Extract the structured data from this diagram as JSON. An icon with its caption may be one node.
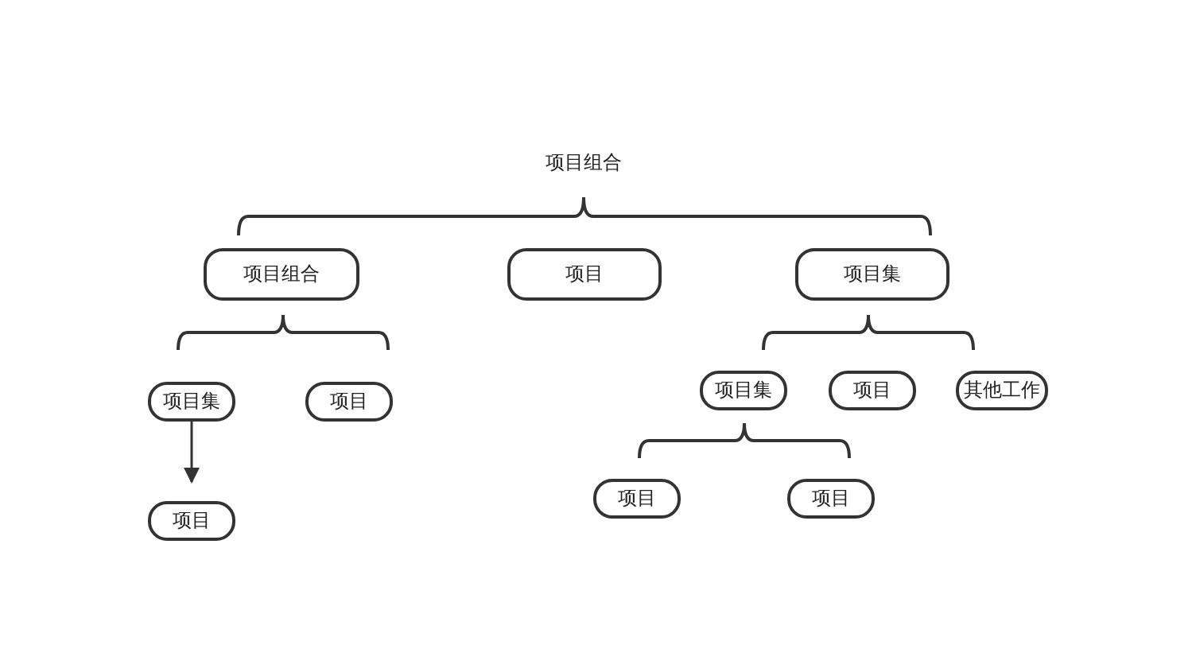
{
  "diagram": {
    "nodes": [
      {
        "text": [
          "项目组合"
        ]
      },
      {
        "text": [
          "项目"
        ]
      },
      {
        "text": [
          "项目集"
        ]
      },
      {
        "text": [
          "项目集"
        ]
      },
      {
        "text": [
          "项目"
        ]
      },
      {
        "text": [
          "项目集"
        ]
      },
      {
        "text": [
          "项目"
        ]
      },
      {
        "text": [
          "其他工作"
        ]
      },
      {
        "text": [
          "项目"
        ]
      },
      {
        "text": [
          "项目"
        ]
      },
      {
        "text": [
          "项目"
        ]
      }
    ],
    "edges": [
      {
        "from": 3,
        "to": 10,
        "arrow": "to"
      }
    ],
    "labels": [
      "项目组合"
    ]
  }
}
